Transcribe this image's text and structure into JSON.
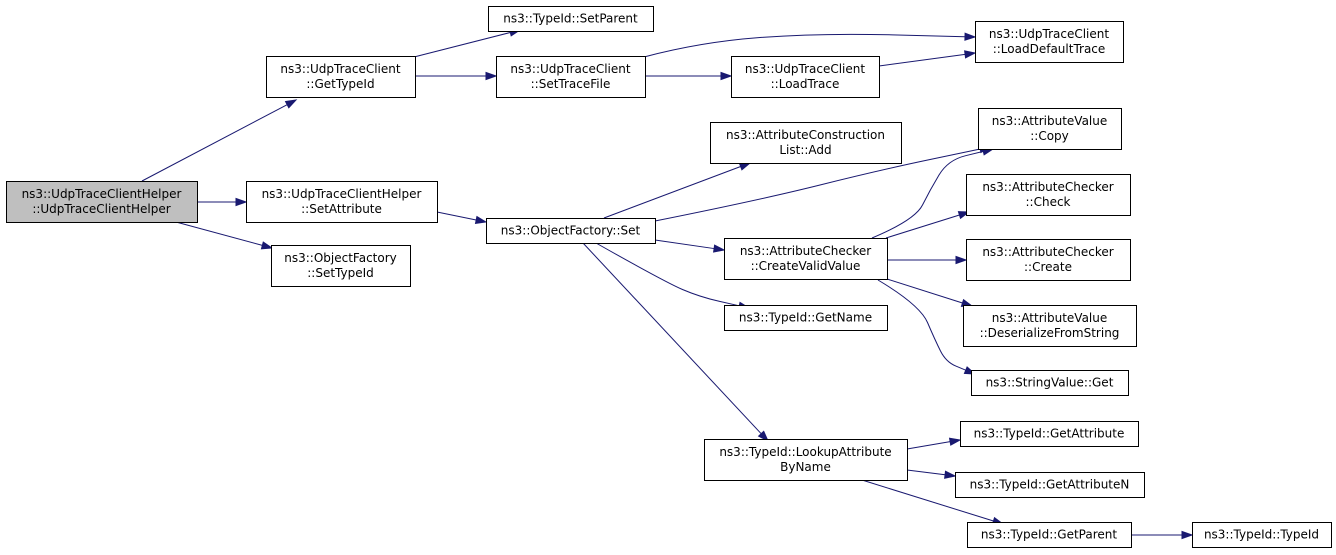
{
  "diagram": {
    "nodes": [
      {
        "id": "root",
        "lines": [
          "ns3::UdpTraceClientHelper",
          "::UdpTraceClientHelper"
        ],
        "highlight": true
      },
      {
        "id": "utc_gettypeid",
        "lines": [
          "ns3::UdpTraceClient",
          "::GetTypeId"
        ]
      },
      {
        "id": "helper_setattr",
        "lines": [
          "ns3::UdpTraceClientHelper",
          "::SetAttribute"
        ]
      },
      {
        "id": "of_settypeid",
        "lines": [
          "ns3::ObjectFactory",
          "::SetTypeId"
        ]
      },
      {
        "id": "typeid_setparent",
        "lines": [
          "ns3::TypeId::SetParent"
        ]
      },
      {
        "id": "utc_settracefile",
        "lines": [
          "ns3::UdpTraceClient",
          "::SetTraceFile"
        ]
      },
      {
        "id": "utc_loadtrace",
        "lines": [
          "ns3::UdpTraceClient",
          "::LoadTrace"
        ]
      },
      {
        "id": "utc_loaddefault",
        "lines": [
          "ns3::UdpTraceClient",
          "::LoadDefaultTrace"
        ]
      },
      {
        "id": "of_set",
        "lines": [
          "ns3::ObjectFactory::Set"
        ]
      },
      {
        "id": "acl_add",
        "lines": [
          "ns3::AttributeConstruction",
          "List::Add"
        ]
      },
      {
        "id": "ac_createvalid",
        "lines": [
          "ns3::AttributeChecker",
          "::CreateValidValue"
        ]
      },
      {
        "id": "typeid_getname",
        "lines": [
          "ns3::TypeId::GetName"
        ]
      },
      {
        "id": "typeid_lookup",
        "lines": [
          "ns3::TypeId::LookupAttribute",
          "ByName"
        ]
      },
      {
        "id": "av_copy",
        "lines": [
          "ns3::AttributeValue",
          "::Copy"
        ]
      },
      {
        "id": "ac_check",
        "lines": [
          "ns3::AttributeChecker",
          "::Check"
        ]
      },
      {
        "id": "ac_create",
        "lines": [
          "ns3::AttributeChecker",
          "::Create"
        ]
      },
      {
        "id": "av_deserialize",
        "lines": [
          "ns3::AttributeValue",
          "::DeserializeFromString"
        ]
      },
      {
        "id": "sv_get",
        "lines": [
          "ns3::StringValue::Get"
        ]
      },
      {
        "id": "typeid_getattr",
        "lines": [
          "ns3::TypeId::GetAttribute"
        ]
      },
      {
        "id": "typeid_getattrn",
        "lines": [
          "ns3::TypeId::GetAttributeN"
        ]
      },
      {
        "id": "typeid_getparent",
        "lines": [
          "ns3::TypeId::GetParent"
        ]
      },
      {
        "id": "typeid_typeid",
        "lines": [
          "ns3::TypeId::TypeId"
        ]
      }
    ],
    "edges": [
      {
        "from": "root",
        "to": "utc_gettypeid"
      },
      {
        "from": "root",
        "to": "helper_setattr"
      },
      {
        "from": "root",
        "to": "of_settypeid"
      },
      {
        "from": "utc_gettypeid",
        "to": "typeid_setparent"
      },
      {
        "from": "utc_gettypeid",
        "to": "utc_settracefile"
      },
      {
        "from": "utc_settracefile",
        "to": "utc_loaddefault"
      },
      {
        "from": "utc_settracefile",
        "to": "utc_loadtrace"
      },
      {
        "from": "utc_loadtrace",
        "to": "utc_loaddefault"
      },
      {
        "from": "helper_setattr",
        "to": "of_set"
      },
      {
        "from": "of_set",
        "to": "acl_add"
      },
      {
        "from": "of_set",
        "to": "av_copy"
      },
      {
        "from": "of_set",
        "to": "ac_createvalid"
      },
      {
        "from": "of_set",
        "to": "typeid_getname"
      },
      {
        "from": "of_set",
        "to": "typeid_lookup"
      },
      {
        "from": "ac_createvalid",
        "to": "av_copy"
      },
      {
        "from": "ac_createvalid",
        "to": "ac_check"
      },
      {
        "from": "ac_createvalid",
        "to": "ac_create"
      },
      {
        "from": "ac_createvalid",
        "to": "av_deserialize"
      },
      {
        "from": "ac_createvalid",
        "to": "sv_get"
      },
      {
        "from": "typeid_lookup",
        "to": "typeid_getattr"
      },
      {
        "from": "typeid_lookup",
        "to": "typeid_getattrn"
      },
      {
        "from": "typeid_lookup",
        "to": "typeid_getparent"
      },
      {
        "from": "typeid_getparent",
        "to": "typeid_typeid"
      }
    ]
  }
}
